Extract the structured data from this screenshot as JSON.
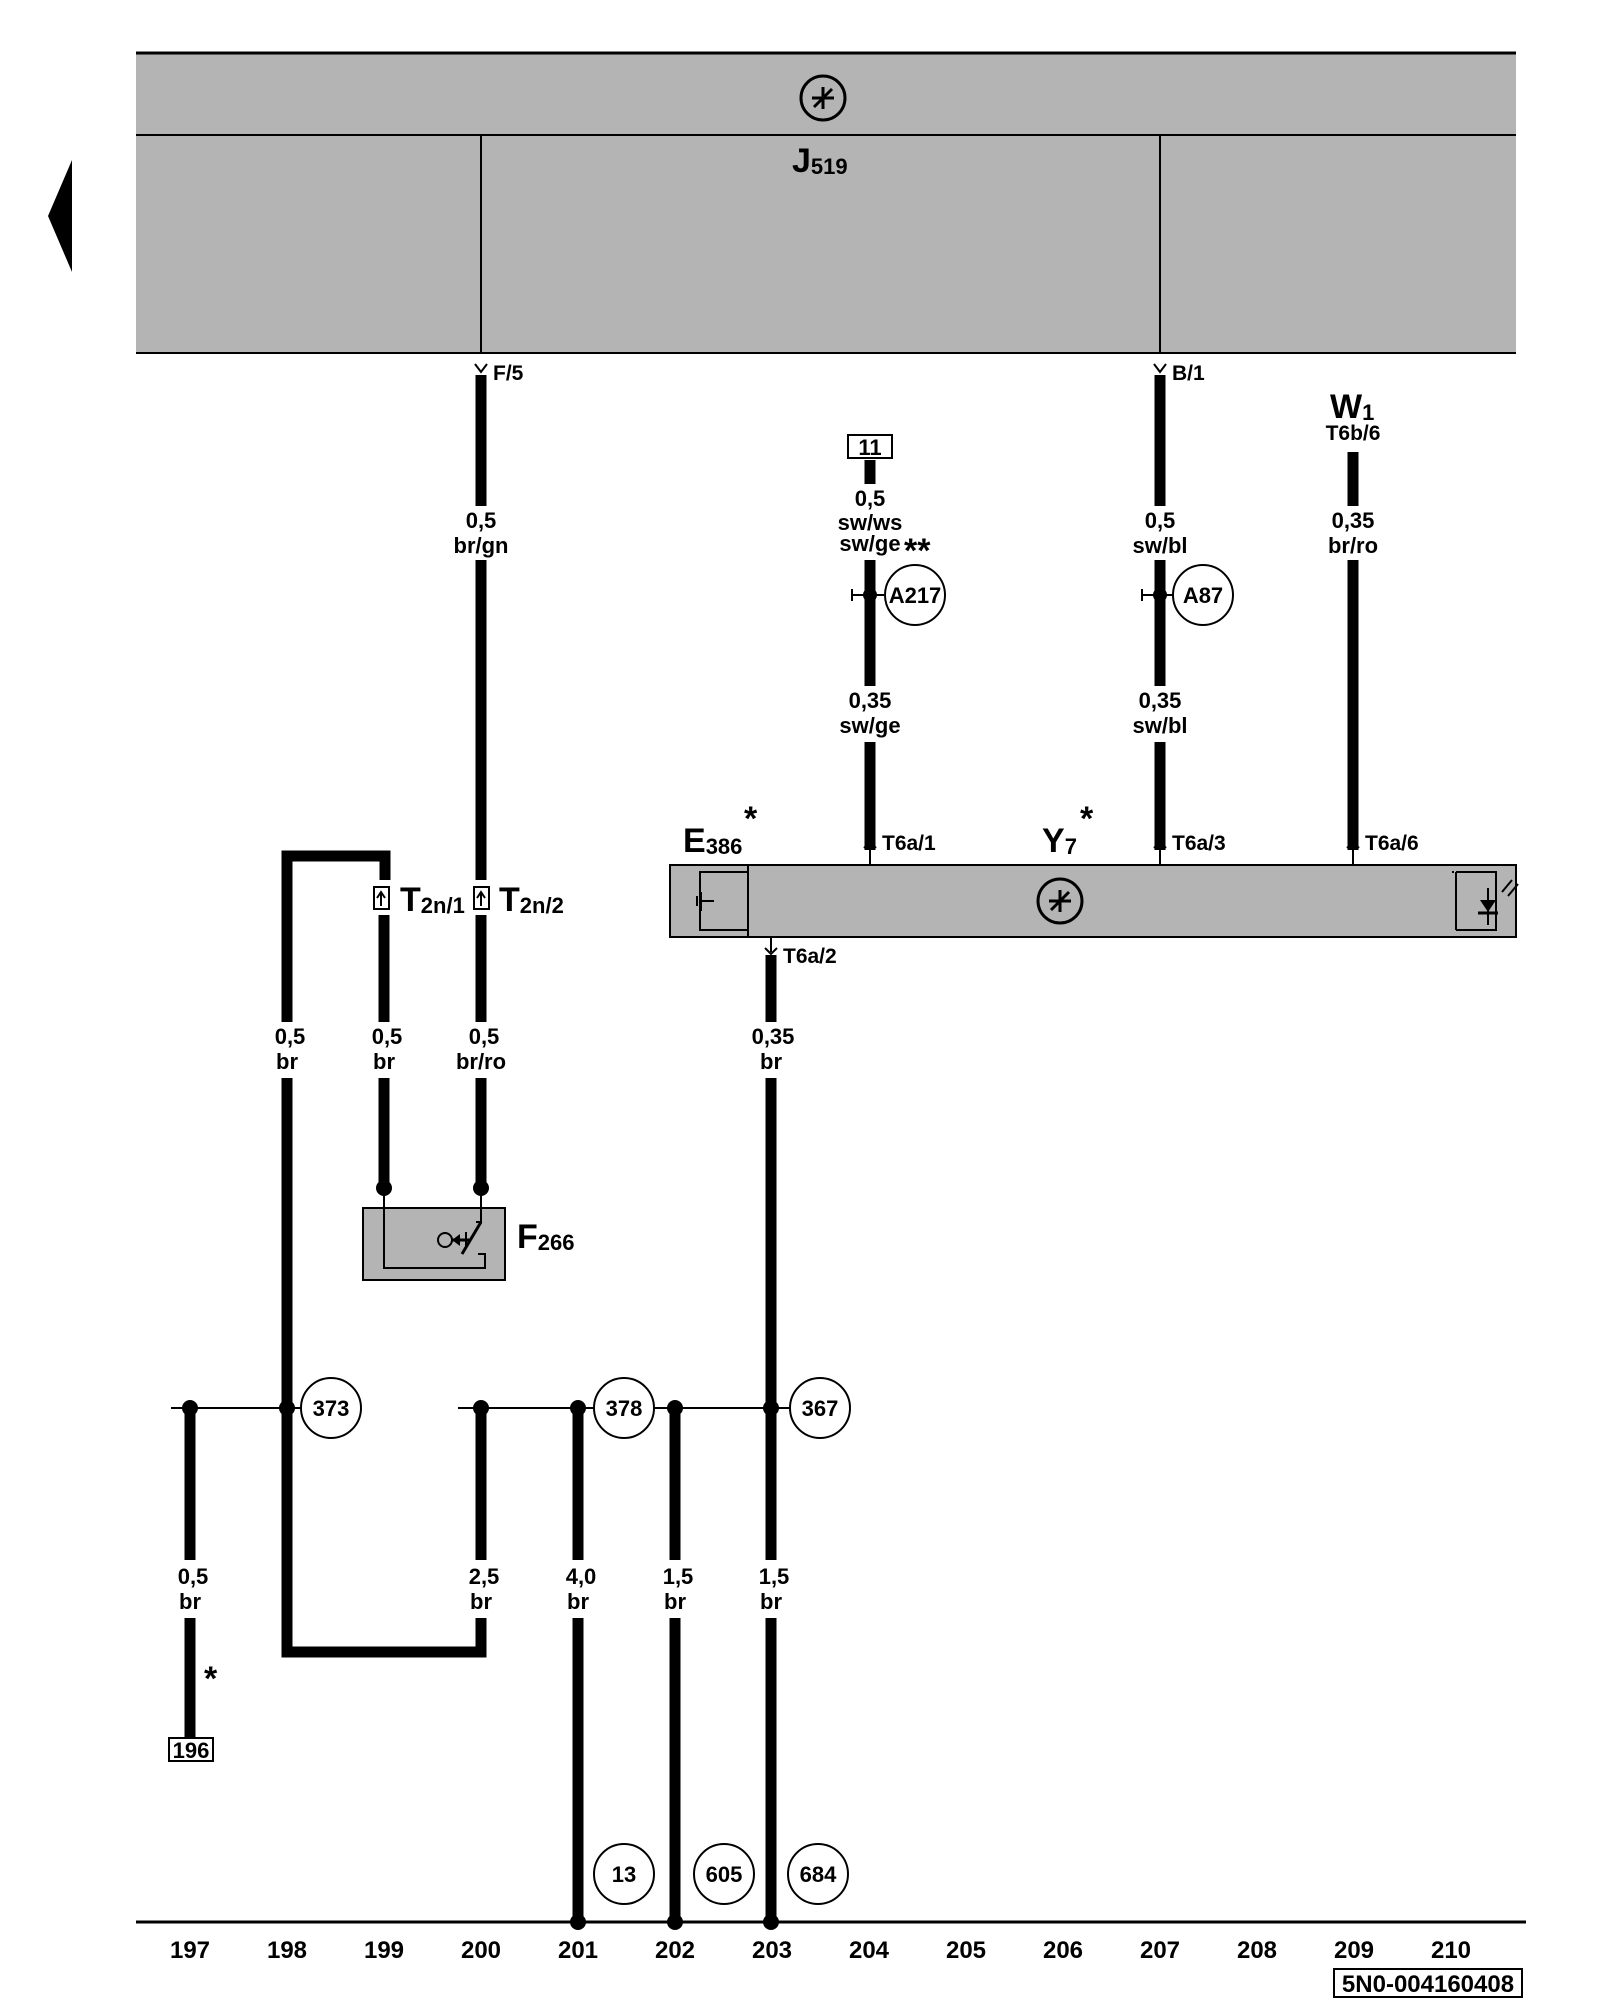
{
  "control_unit": {
    "name": "J",
    "index": "519",
    "pins": {
      "left": "F/5",
      "right": "B/1"
    }
  },
  "wires": {
    "f5_upper": {
      "size": "0,5",
      "color": "br/gn"
    },
    "w1_wire": {
      "size": "0,35",
      "color": "br/ro"
    },
    "ref11_upper": {
      "size": "0,5",
      "color1": "sw/ws",
      "color2": "sw/ge",
      "mark": "**"
    },
    "ref11_lower": {
      "size": "0,35",
      "color": "sw/ge"
    },
    "b1_upper": {
      "size": "0,5",
      "color": "sw/bl"
    },
    "b1_lower": {
      "size": "0,35",
      "color": "sw/bl"
    },
    "loop_left": {
      "size": "0,5",
      "color": "br"
    },
    "t2n1_wire": {
      "size": "0,5",
      "color": "br"
    },
    "t2n2_wire": {
      "size": "0,5",
      "color": "br/ro"
    },
    "t6a2_wire": {
      "size": "0,35",
      "color": "br"
    },
    "col197": {
      "size": "0,5",
      "color": "br"
    },
    "col200": {
      "size": "2,5",
      "color": "br"
    },
    "col201": {
      "size": "4,0",
      "color": "br"
    },
    "col202": {
      "size": "1,5",
      "color": "br"
    },
    "col203": {
      "size": "1,5",
      "color": "br"
    }
  },
  "components": {
    "w1": {
      "name": "W",
      "index": "1",
      "connector": "T6b/6"
    },
    "e386": {
      "name": "E",
      "index": "386",
      "mark": "*"
    },
    "y7": {
      "name": "Y",
      "index": "7",
      "mark": "*"
    },
    "f266": {
      "name": "F",
      "index": "266"
    },
    "t2n1": {
      "name": "T",
      "index": "2n/1"
    },
    "t2n2": {
      "name": "T",
      "index": "2n/2"
    },
    "mirror_pins": {
      "p1": "T6a/1",
      "p3": "T6a/3",
      "p6": "T6a/6",
      "p2": "T6a/2"
    }
  },
  "connections": {
    "a217": "A217",
    "a87": "A87",
    "c373": "373",
    "c378": "378",
    "c367": "367",
    "c13": "13",
    "c605": "605",
    "c684": "684"
  },
  "references": {
    "ref11": "11",
    "ref196": "196",
    "asterisk_197": "*"
  },
  "columns": [
    "197",
    "198",
    "199",
    "200",
    "201",
    "202",
    "203",
    "204",
    "205",
    "206",
    "207",
    "208",
    "209",
    "210"
  ],
  "diagram_code": "5N0-004160408"
}
